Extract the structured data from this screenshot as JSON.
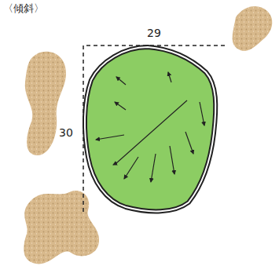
{
  "diagram": {
    "title": "〈傾斜〉",
    "labels": [
      "29",
      "30"
    ]
  }
}
